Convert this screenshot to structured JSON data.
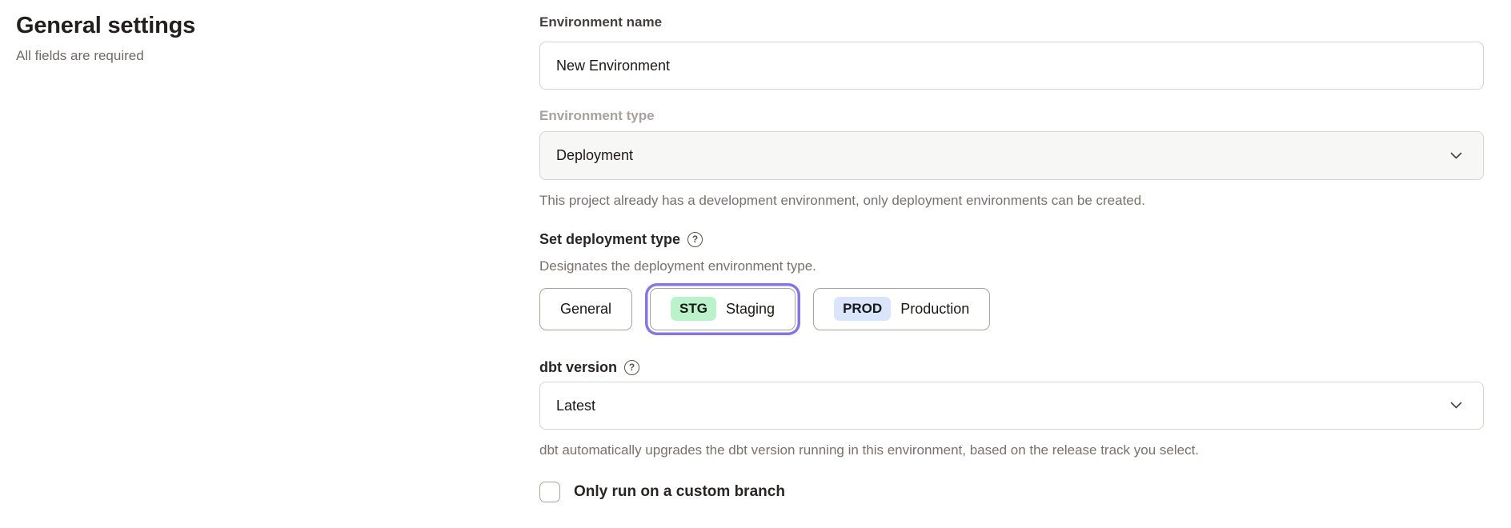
{
  "page": {
    "title": "General settings",
    "subtitle": "All fields are required"
  },
  "form": {
    "environment_name": {
      "label": "Environment name",
      "value": "New Environment"
    },
    "environment_type": {
      "label": "Environment type",
      "value": "Deployment",
      "disabled": true,
      "helper": "This project already has a development environment, only deployment environments can be created."
    },
    "deployment_type": {
      "label": "Set deployment type",
      "helper": "Designates the deployment environment type.",
      "options": [
        {
          "label": "General",
          "selected": false
        },
        {
          "badge": "STG",
          "label": "Staging",
          "selected": true,
          "badge_color": "#baf3c9"
        },
        {
          "badge": "PROD",
          "label": "Production",
          "selected": false,
          "badge_color": "#d8e5fa"
        }
      ],
      "selected_ring_color": "#8577e3"
    },
    "dbt_version": {
      "label": "dbt version",
      "value": "Latest",
      "helper": "dbt automatically upgrades the dbt version running in this environment, based on the release track you select."
    },
    "custom_branch": {
      "label": "Only run on a custom branch",
      "checked": false
    }
  },
  "icons": {
    "help": "?"
  },
  "colors": {
    "accent_purple": "#8577e3",
    "stg_badge_green": "#baf3c9",
    "prod_badge_blue": "#d8e5fa",
    "border_gray": "#d6d3d1",
    "disabled_field_bg": "#f7f7f5",
    "helper_text": "#78716c",
    "text_dark": "#1c1917"
  }
}
